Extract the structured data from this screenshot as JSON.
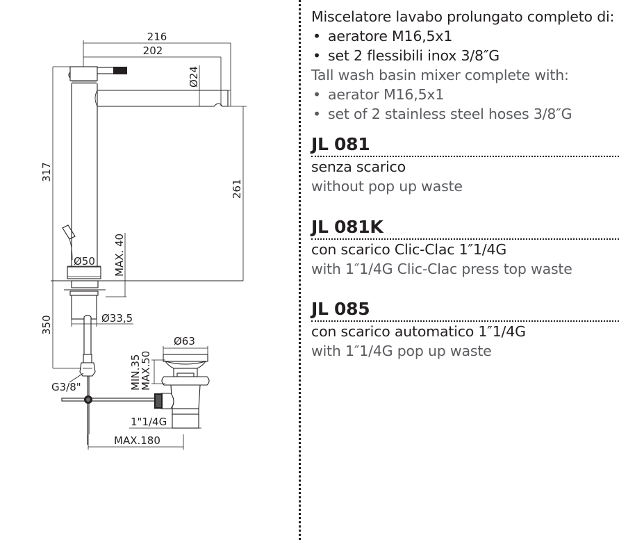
{
  "description": {
    "it_title": "Miscelatore lavabo prolungato completo di:",
    "it_items": [
      "aeratore M16,5x1",
      "set 2 flessibili inox 3/8″G"
    ],
    "en_title": "Tall wash basin mixer complete with:",
    "en_items": [
      "aerator M16,5x1",
      "set of 2 stainless steel hoses 3/8″G"
    ]
  },
  "variants": [
    {
      "code": "JL 081",
      "it": "senza scarico",
      "en": "without pop up waste"
    },
    {
      "code": "JL 081K",
      "it": "con scarico Clic-Clac 1″1/4G",
      "en": "with 1″1/4G Clic-Clac press top waste"
    },
    {
      "code": "JL 085",
      "it": "con scarico automatico 1″1/4G",
      "en": "with 1″1/4G pop up waste"
    }
  ],
  "dimensions": {
    "overall_reach": "216",
    "spout_reach": "202",
    "spout_diameter": "Ø24",
    "total_height": "317",
    "spout_height": "261",
    "max_deck_thickness": "MAX. 40",
    "base_diameter": "Ø50",
    "shank_diameter": "Ø33,5",
    "hose_length": "350",
    "hose_thread": "G3/8\"",
    "waste_diameter": "Ø63",
    "waste_range_min": "MIN.35",
    "waste_range_max": "MAX.50",
    "waste_thread": "1\"1/4G",
    "waste_max_offset": "MAX.180"
  }
}
